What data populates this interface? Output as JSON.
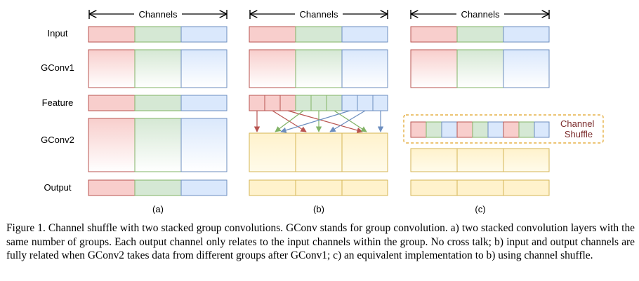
{
  "figure": {
    "top_label": "Channels",
    "row_labels": [
      "Input",
      "GConv1",
      "Feature",
      "GConv2",
      "Output"
    ],
    "panel_labels": [
      "(a)",
      "(b)",
      "(c)"
    ],
    "shuffle_label_line1": "Channel",
    "shuffle_label_line2": "Shuffle"
  },
  "caption": "Figure 1. Channel shuffle with two stacked group convolutions. GConv stands for group convolution. a) two stacked convolution layers with the same number of groups. Each output channel only relates to the input channels within the group. No cross talk; b) input and output channels are fully related when GConv2 takes data from different groups after GConv1; c) an equivalent implementation to b) using channel shuffle.",
  "colors": {
    "red_fill": "#f8cecc",
    "red_stroke": "#b85450",
    "green_fill": "#d5e8d4",
    "green_stroke": "#82b366",
    "blue_fill": "#dae8fc",
    "blue_stroke": "#6c8ebf",
    "yellow_fill": "#fff2cc",
    "yellow_stroke": "#d6b656",
    "shuffle_text": "#7b2c2c",
    "dashed_box": "#e0a020"
  }
}
